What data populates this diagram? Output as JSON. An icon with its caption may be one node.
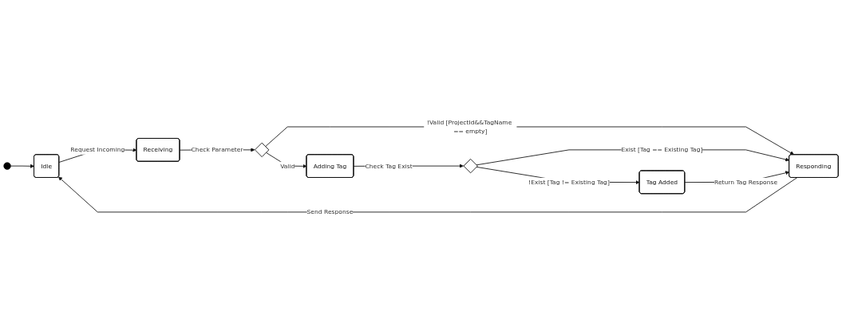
{
  "diagram": {
    "nodes": [
      {
        "text": [],
        "shape": "circle"
      },
      {
        "text": [
          "Idle"
        ]
      },
      {
        "text": [
          "Receiving"
        ]
      },
      {
        "text": [],
        "shape": "diamond"
      },
      {
        "text": [
          "Adding Tag"
        ]
      },
      {
        "text": [],
        "shape": "diamond"
      },
      {
        "text": [
          "Tag Added"
        ]
      },
      {
        "text": [
          "Responding"
        ]
      }
    ],
    "edges": [
      {
        "from": 0,
        "to": 1,
        "arrow": "to"
      },
      {
        "from": 1,
        "to": 2,
        "arrow": "to",
        "label": "Request Incoming"
      },
      {
        "from": 2,
        "to": 3,
        "arrow": "to",
        "label": "Check Parameter"
      },
      {
        "from": 3,
        "to": 4,
        "arrow": "to",
        "label": "Valid"
      },
      {
        "from": 4,
        "to": 5,
        "arrow": "to",
        "label": "Check Tag Exist"
      },
      {
        "from": 5,
        "to": 6,
        "arrow": "to",
        "label": "!Exist [Tag != Existing Tag]"
      },
      {
        "from": 3,
        "to": 7,
        "arrow": "to",
        "label": "!Valid [ProjectId&&TagName == empty]"
      },
      {
        "from": 5,
        "to": 7,
        "arrow": "to",
        "label": "Exist [Tag == Existing Tag]"
      },
      {
        "from": 6,
        "to": 7,
        "arrow": "to",
        "label": "Return Tag Response"
      },
      {
        "from": 7,
        "to": 1,
        "arrow": "to",
        "label": "Send Response"
      }
    ]
  }
}
